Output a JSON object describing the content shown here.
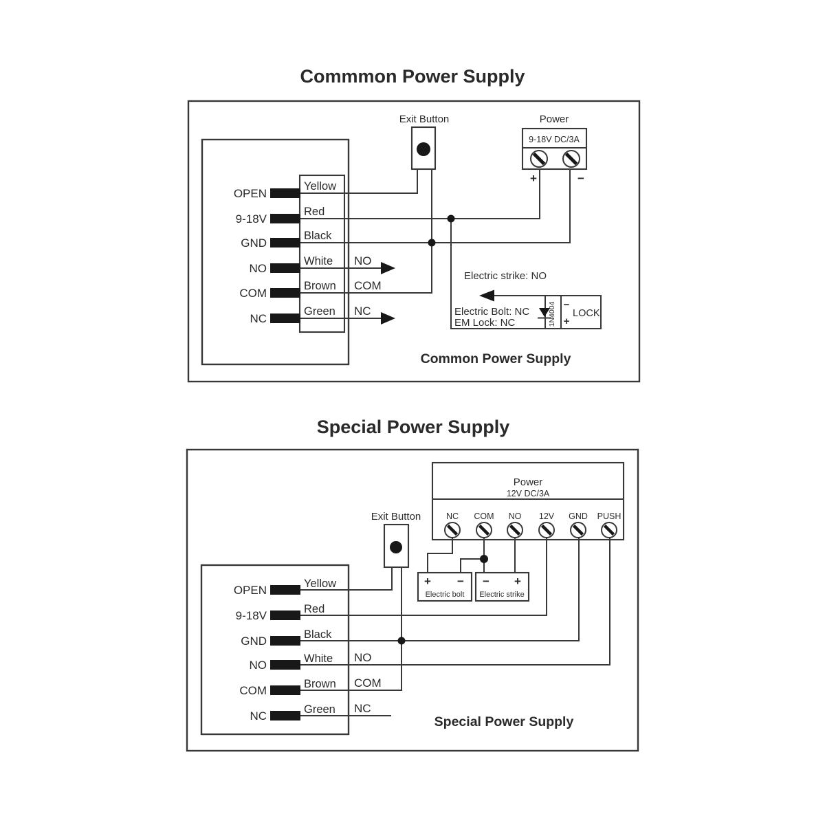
{
  "colors": {
    "background": "#ffffff",
    "line": "#383838",
    "ink": "#181818",
    "text": "#2a2a2a"
  },
  "common": {
    "title": "Commmon Power Supply",
    "caption": "Common Power Supply",
    "exit_button": "Exit Button",
    "power": {
      "label": "Power",
      "rating": "9-18V DC/3A",
      "plus": "+",
      "minus": "−"
    },
    "terminals": [
      "OPEN",
      "9-18V",
      "GND",
      "NO",
      "COM",
      "NC"
    ],
    "wire_colors": [
      "Yellow",
      "Red",
      "Black",
      "White",
      "Brown",
      "Green"
    ],
    "relay": {
      "no": "NO",
      "com": "COM",
      "nc": "NC"
    },
    "notes": {
      "strike": "Electric strike: NO",
      "bolt": "Electric Bolt: NC",
      "em_lock": "EM Lock: NC"
    },
    "lock": {
      "diode": "1N4004",
      "label": "LOCK",
      "minus": "−",
      "plus": "+"
    }
  },
  "special": {
    "title": "Special Power Supply",
    "caption": "Special Power Supply",
    "exit_button": "Exit Button",
    "power": {
      "label": "Power",
      "rating": "12V DC/3A",
      "terminals": [
        "NC",
        "COM",
        "NO",
        "12V",
        "GND",
        "PUSH"
      ]
    },
    "terminals": [
      "OPEN",
      "9-18V",
      "GND",
      "NO",
      "COM",
      "NC"
    ],
    "wire_colors": [
      "Yellow",
      "Red",
      "Black",
      "White",
      "Brown",
      "Green"
    ],
    "relay": {
      "no": "NO",
      "com": "COM",
      "nc": "NC"
    },
    "devices": {
      "bolt": {
        "label": "Electric bolt",
        "plus": "+",
        "minus": "−"
      },
      "strike": {
        "label": "Electric strike",
        "plus": "+",
        "minus": "−"
      }
    }
  }
}
